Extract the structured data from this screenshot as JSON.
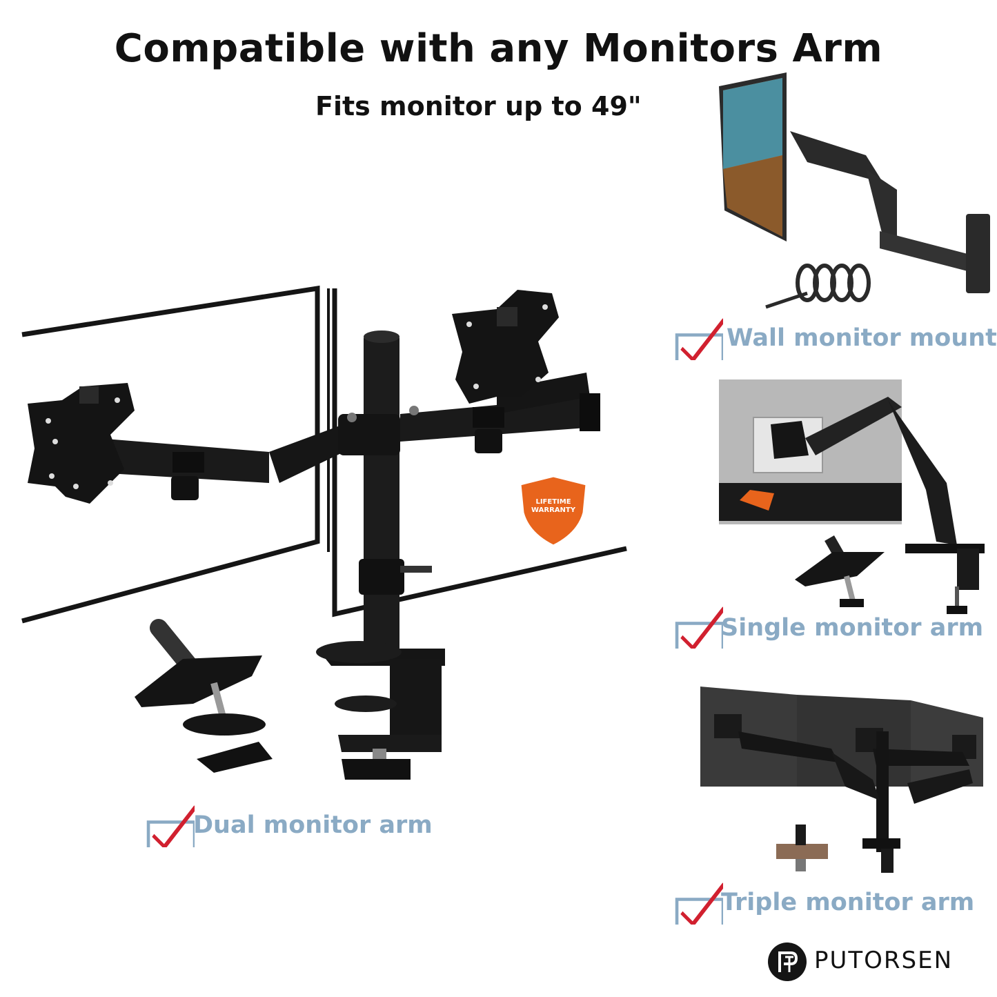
{
  "header": {
    "title": "Compatible with any Monitors Arm",
    "subtitle": "Fits monitor up to 49\""
  },
  "options": [
    {
      "label": "Wall monitor mount",
      "checked": true
    },
    {
      "label": "Single monitor arm",
      "checked": true
    },
    {
      "label": "Triple monitor arm",
      "checked": true
    },
    {
      "label": "Dual monitor arm",
      "checked": true
    }
  ],
  "badge": {
    "text_line1": "LIFETIME",
    "text_line2": "WARRANTY"
  },
  "brand": {
    "name": "PUTORSEN"
  },
  "colors": {
    "label": "#8aaac4",
    "check": "#d1202f",
    "box": "#8aaac4",
    "badge": "#e8641c"
  },
  "icons": [
    "checkmark-icon",
    "warranty-shield-icon",
    "putorsen-logo-icon"
  ]
}
